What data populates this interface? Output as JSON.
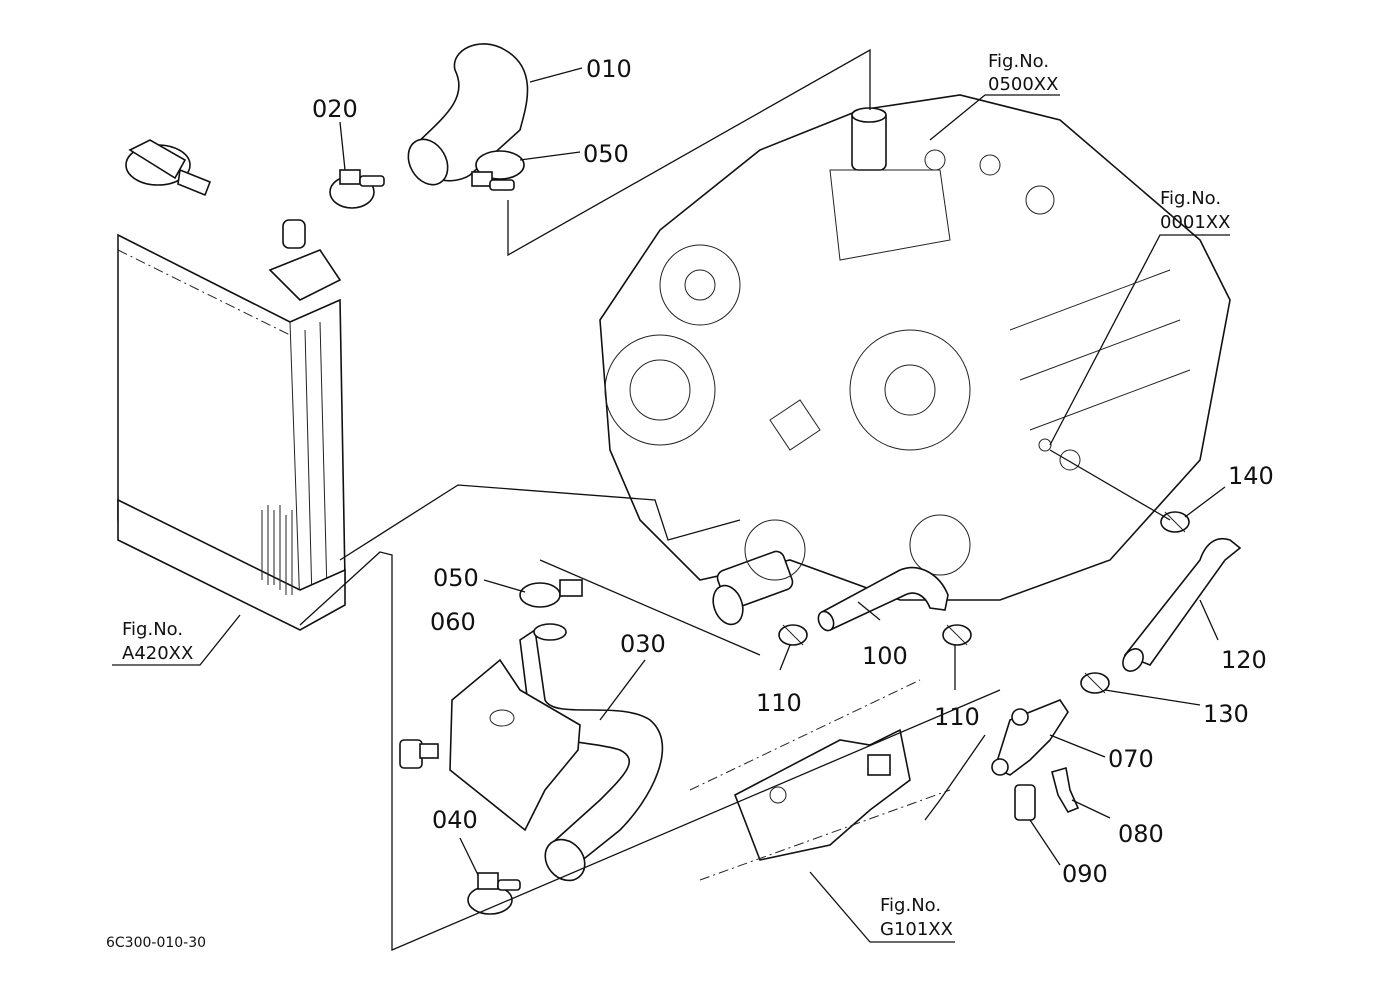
{
  "diagram": {
    "drawing_code": "6C300-010-30",
    "part_labels": [
      "010",
      "020",
      "050",
      "050",
      "060",
      "030",
      "040",
      "100",
      "110",
      "110",
      "120",
      "130",
      "140",
      "070",
      "080",
      "090"
    ],
    "figure_refs": [
      {
        "line1": "Fig.No.",
        "line2": "0500XX"
      },
      {
        "line1": "Fig.No.",
        "line2": "0001XX"
      },
      {
        "line1": "Fig.No.",
        "line2": "A420XX"
      },
      {
        "line1": "Fig.No.",
        "line2": "G101XX"
      }
    ]
  }
}
